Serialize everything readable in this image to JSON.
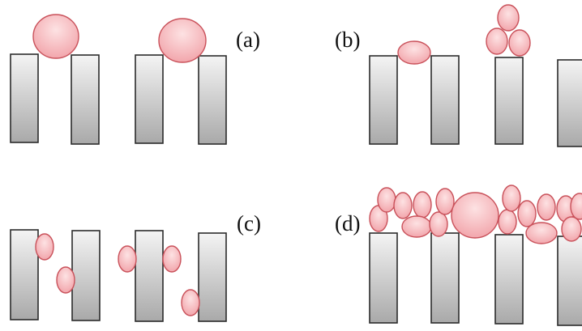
{
  "panels": [
    {
      "id": "a",
      "label": "(a)"
    },
    {
      "id": "b",
      "label": "(b)"
    },
    {
      "id": "c",
      "label": "(c)"
    },
    {
      "id": "d",
      "label": "(d)"
    }
  ],
  "colors": {
    "pillar_light": "#f4f4f4",
    "pillar_dark": "#a9a9a9",
    "pillar_stroke": "#2b2b2b",
    "droplet_fill": "#f5b7bb",
    "droplet_stroke": "#c9515a"
  }
}
